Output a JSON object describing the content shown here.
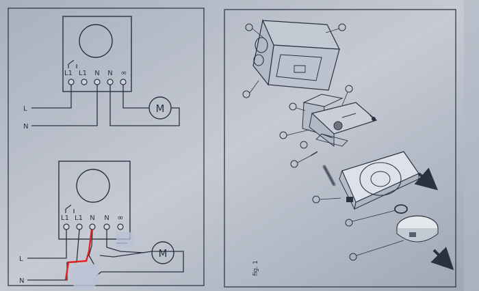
{
  "wiring_top": {
    "terminals": [
      "L1",
      "L1",
      "N",
      "N",
      "∞"
    ],
    "lines": [
      "L",
      "N"
    ],
    "motor": "M"
  },
  "wiring_bottom": {
    "terminals": [
      "L1",
      "L1",
      "N",
      "N",
      "∞"
    ],
    "lines": [
      "L",
      "N"
    ],
    "motor": "M"
  },
  "assembly": {
    "figure_label": "fig. 1"
  },
  "colors": {
    "paper": "#cfd4dc",
    "ink": "#2a3140",
    "added_wire": "#e02020",
    "label_patch": "#b8c3d6"
  },
  "icons": [
    "motor-icon",
    "arrow-down-right-icon"
  ]
}
